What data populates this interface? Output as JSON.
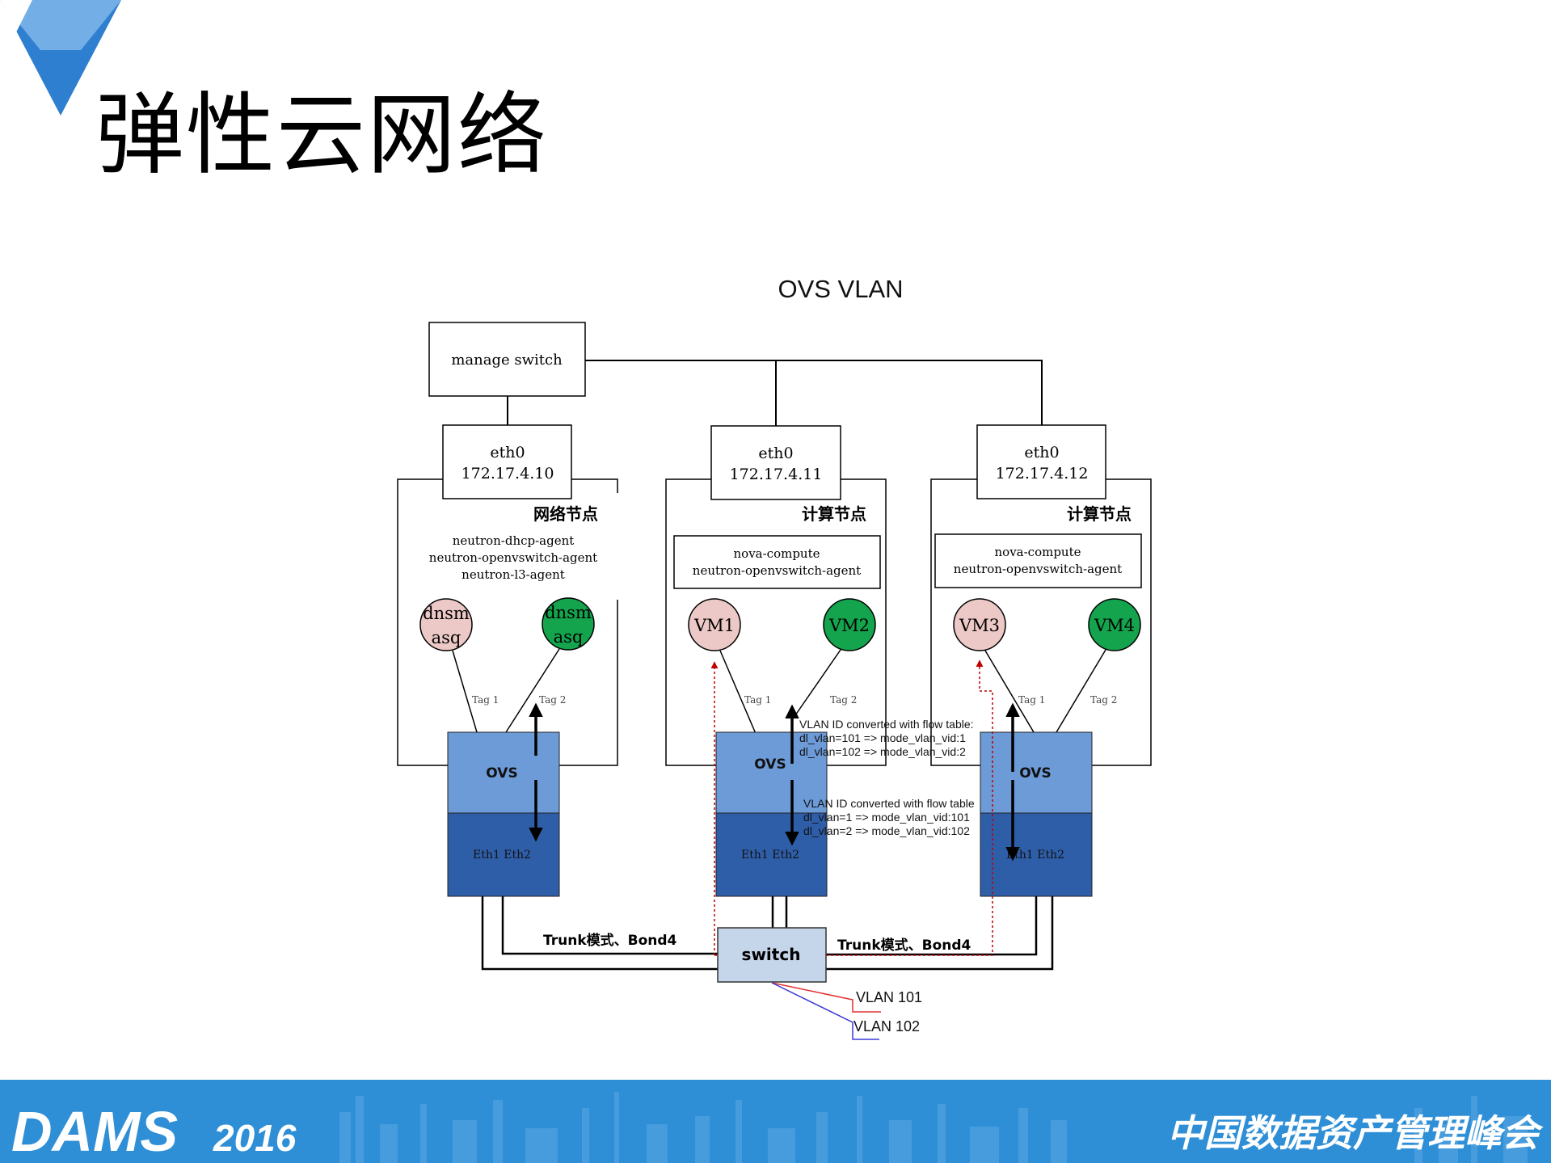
{
  "slide": {
    "title": "弹性云网络"
  },
  "diagram": {
    "title": "OVS VLAN",
    "manage_switch": "manage switch",
    "nodes": [
      {
        "eth_name": "eth0",
        "ip": "172.17.4.10",
        "role": "网络节点",
        "services": [
          "neutron-dhcp-agent",
          "neutron-openvswitch-agent",
          "neutron-l3-agent"
        ],
        "vm_left": [
          "dnsm",
          "asq"
        ],
        "vm_right": [
          "dnsm",
          "asq"
        ],
        "tag_left": "Tag 1",
        "tag_right": "Tag 2",
        "ovs": "OVS",
        "eths": "Eth1 Eth2"
      },
      {
        "eth_name": "eth0",
        "ip": "172.17.4.11",
        "role": "计算节点",
        "services": [
          "nova-compute",
          "neutron-openvswitch-agent"
        ],
        "vm_left": [
          "VM1"
        ],
        "vm_right": [
          "VM2"
        ],
        "tag_left": "Tag 1",
        "tag_right": "Tag 2",
        "ovs": "OVS",
        "eths": "Eth1 Eth2"
      },
      {
        "eth_name": "eth0",
        "ip": "172.17.4.12",
        "role": "计算节点",
        "services": [
          "nova-compute",
          "neutron-openvswitch-agent"
        ],
        "vm_left": [
          "VM3"
        ],
        "vm_right": [
          "VM4"
        ],
        "tag_left": "Tag 1",
        "tag_right": "Tag 2",
        "ovs": "OVS",
        "eths": "Eth1 Eth2"
      }
    ],
    "flow_note_upper": [
      "VLAN ID converted with flow table:",
      "dl_vlan=101 => mode_vlan_vid:1",
      "dl_vlan=102 => mode_vlan_vid:2"
    ],
    "flow_note_lower": [
      "VLAN ID converted with flow table",
      "dl_vlan=1 => mode_vlan_vid:101",
      "dl_vlan=2 => mode_vlan_vid:102"
    ],
    "trunk_left": "Trunk模式、Bond4",
    "trunk_right": "Trunk模式、Bond4",
    "switch": "switch",
    "vlan_101": "VLAN 101",
    "vlan_102": "VLAN 102"
  },
  "footer": {
    "logo": "DAMS",
    "year": "2016",
    "event": "中国数据资产管理峰会"
  },
  "colors": {
    "ovs_top": "#6d9bd8",
    "ovs_bottom": "#2f5ea9",
    "switch_fill": "#c5d5ea",
    "vm_pink": "#ecc9c6",
    "vm_green": "#14a44d",
    "vlan_red": "#e03030",
    "vlan_blue": "#3a3ad8",
    "footer_bg": "#2f8fd6"
  }
}
